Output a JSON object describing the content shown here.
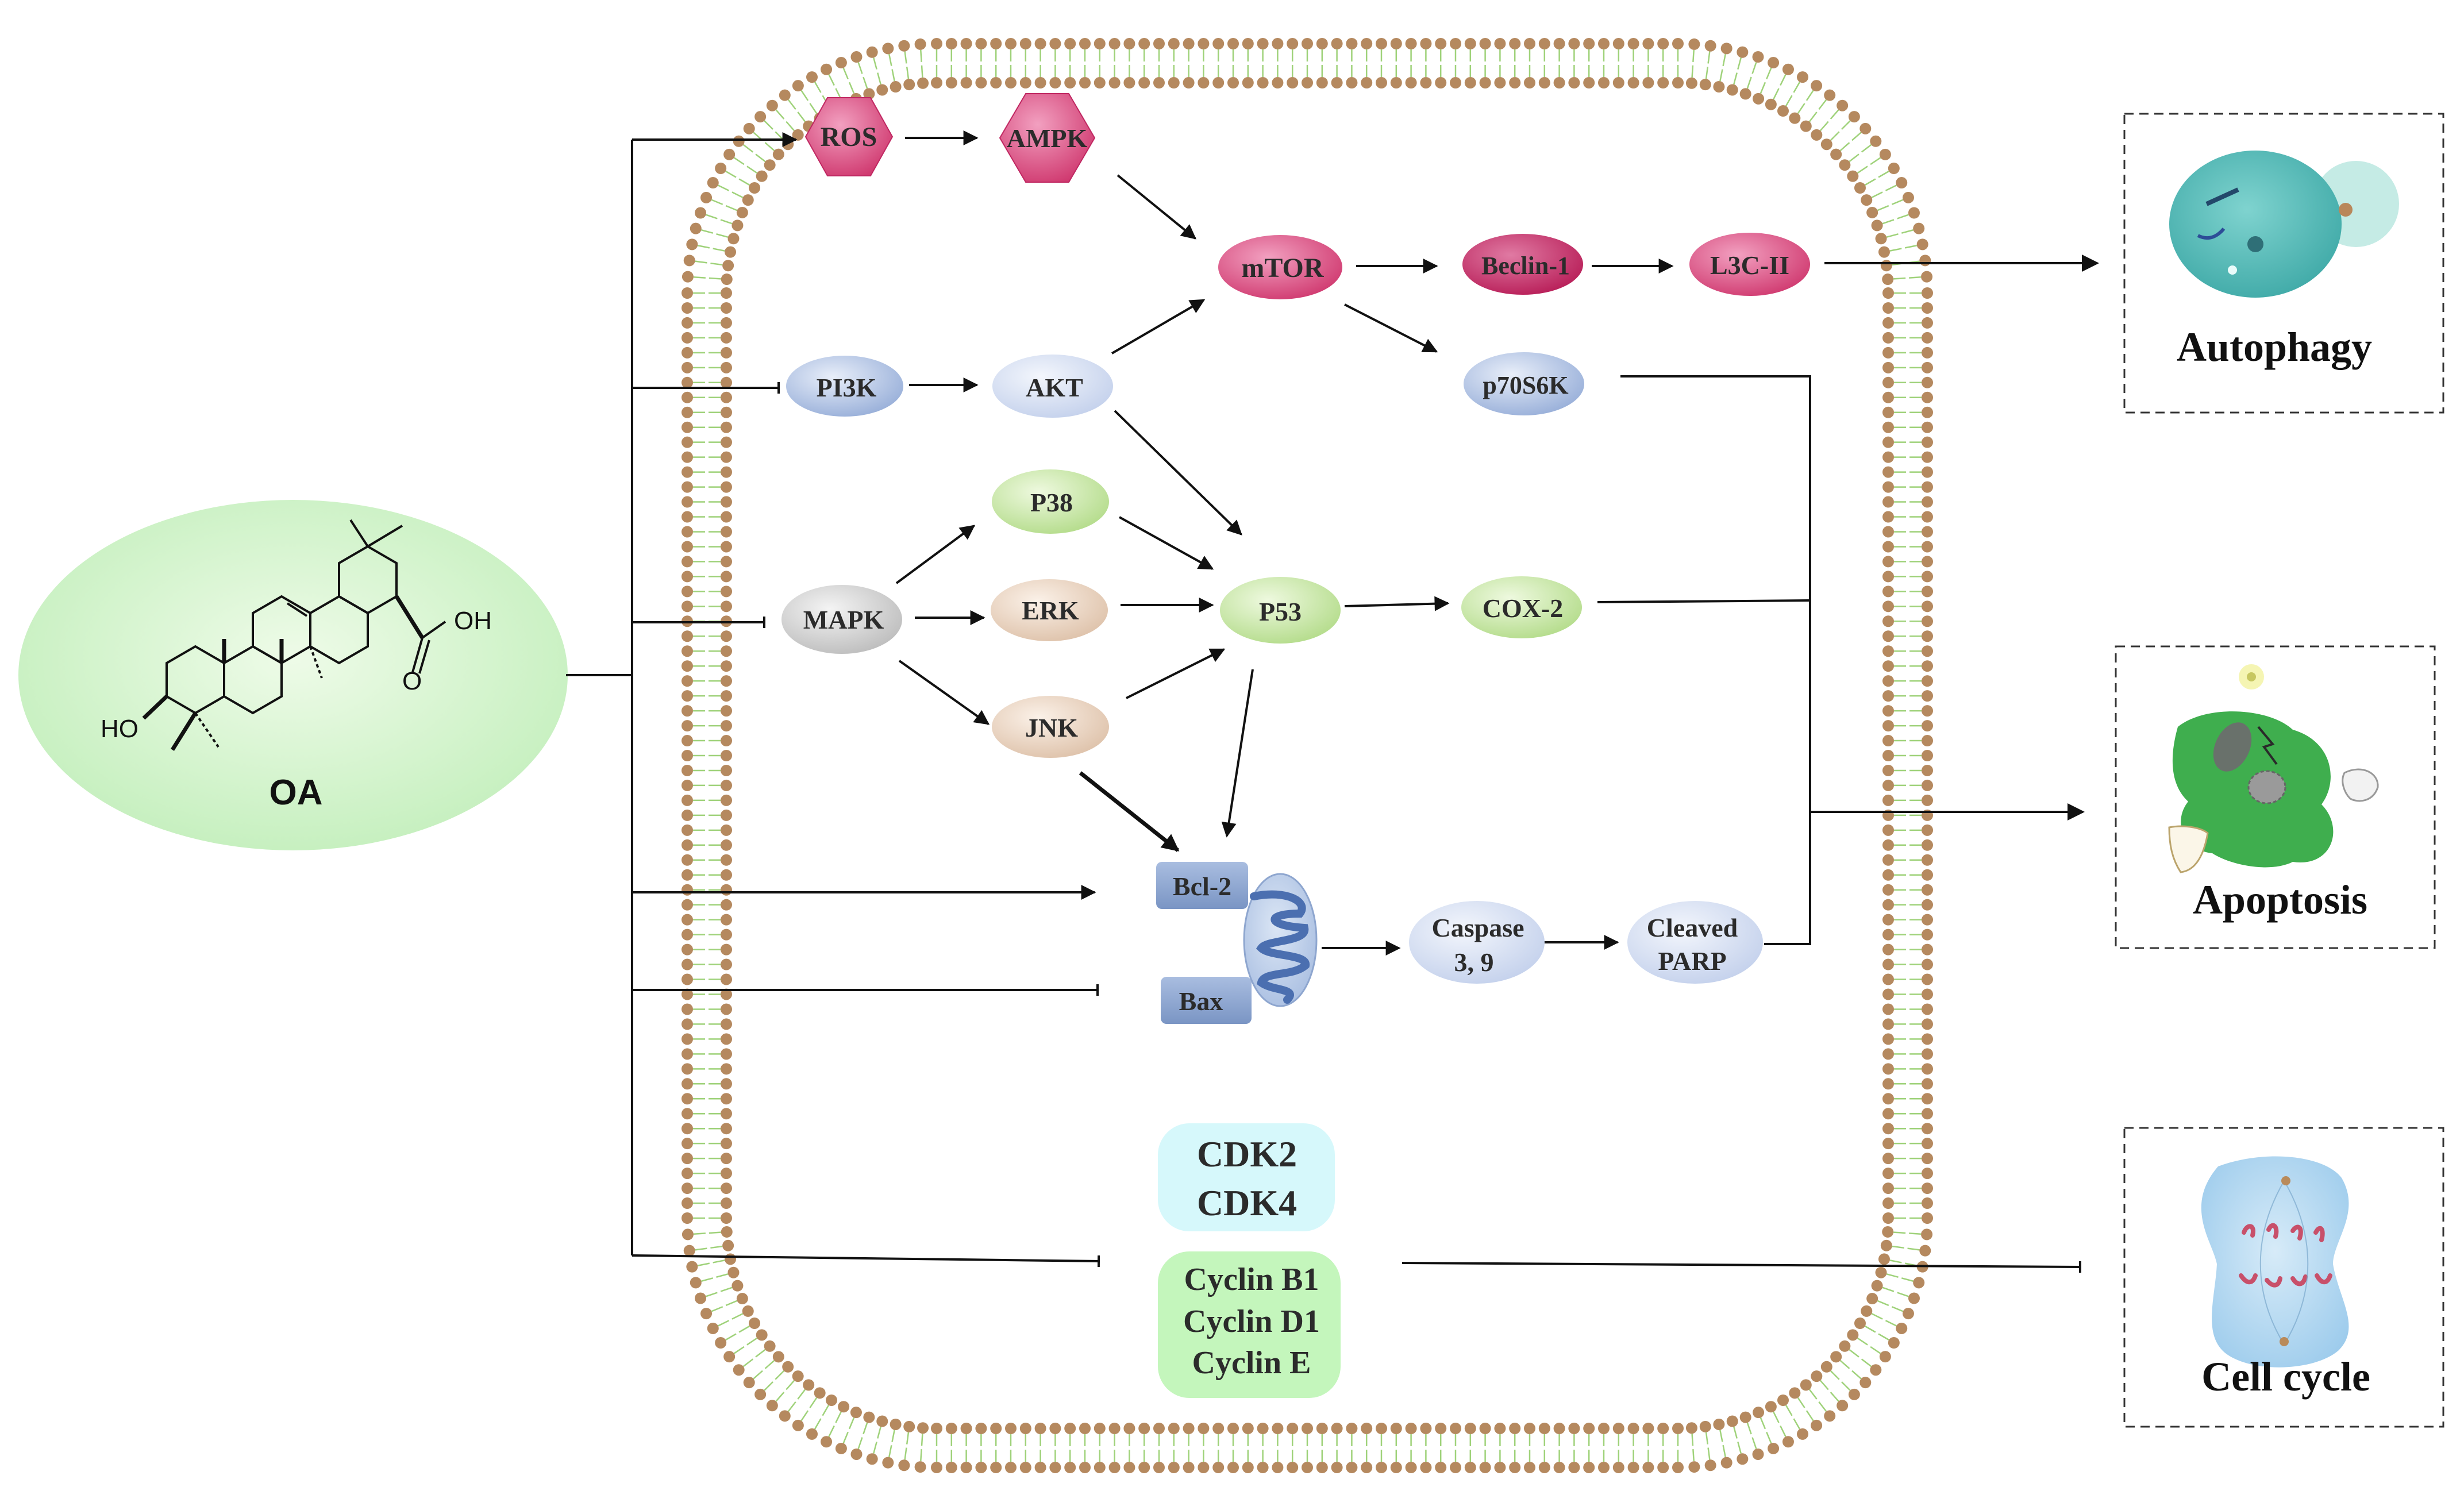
{
  "compound": {
    "name": "OA",
    "groups": {
      "hydroxyl_top": "OH",
      "carbonyl": "O",
      "hydroxyl_bottom": "HO"
    }
  },
  "nodes": {
    "ros": "ROS",
    "ampk": "AMPK",
    "mtor": "mTOR",
    "beclin1": "Beclin-1",
    "l3c2": "L3C-II",
    "pi3k": "PI3K",
    "akt": "AKT",
    "p70s6k": "p70S6K",
    "p38": "P38",
    "mapk": "MAPK",
    "erk": "ERK",
    "p53": "P53",
    "cox2": "COX-2",
    "jnk": "JNK",
    "bcl2": "Bcl-2",
    "bax": "Bax",
    "caspase": [
      "Caspase",
      "3, 9"
    ],
    "parp": [
      "Cleaved",
      "PARP"
    ],
    "cdk": [
      "CDK2",
      "CDK4"
    ],
    "cyclins": [
      "Cyclin B1",
      "Cyclin D1",
      "Cyclin E"
    ]
  },
  "outcomes": {
    "autophagy": "Autophagy",
    "apoptosis": "Apoptosis",
    "cell_cycle": "Cell cycle"
  },
  "colors": {
    "membrane_head": "#b5895f",
    "membrane_tail": "#9fd27a",
    "compound_fill": "#c8f0c0",
    "autophagy_nodes": "#d63a72",
    "pi3k_nodes": "#a3b8de",
    "mapk_nodes": "#c7c7c7",
    "p38_nodes": "#bde19a",
    "erk_jnk_nodes": "#e5cdb8",
    "bcl_nodes": "#7f9ac8",
    "cdk_fill": "#d8f8fb",
    "cyclin_fill": "#c5f5bd",
    "apoptosis_cell": "#3fae4e",
    "autophagy_cell": "#4fb8b4",
    "cell_cycle_cell": "#a9d3ef"
  }
}
